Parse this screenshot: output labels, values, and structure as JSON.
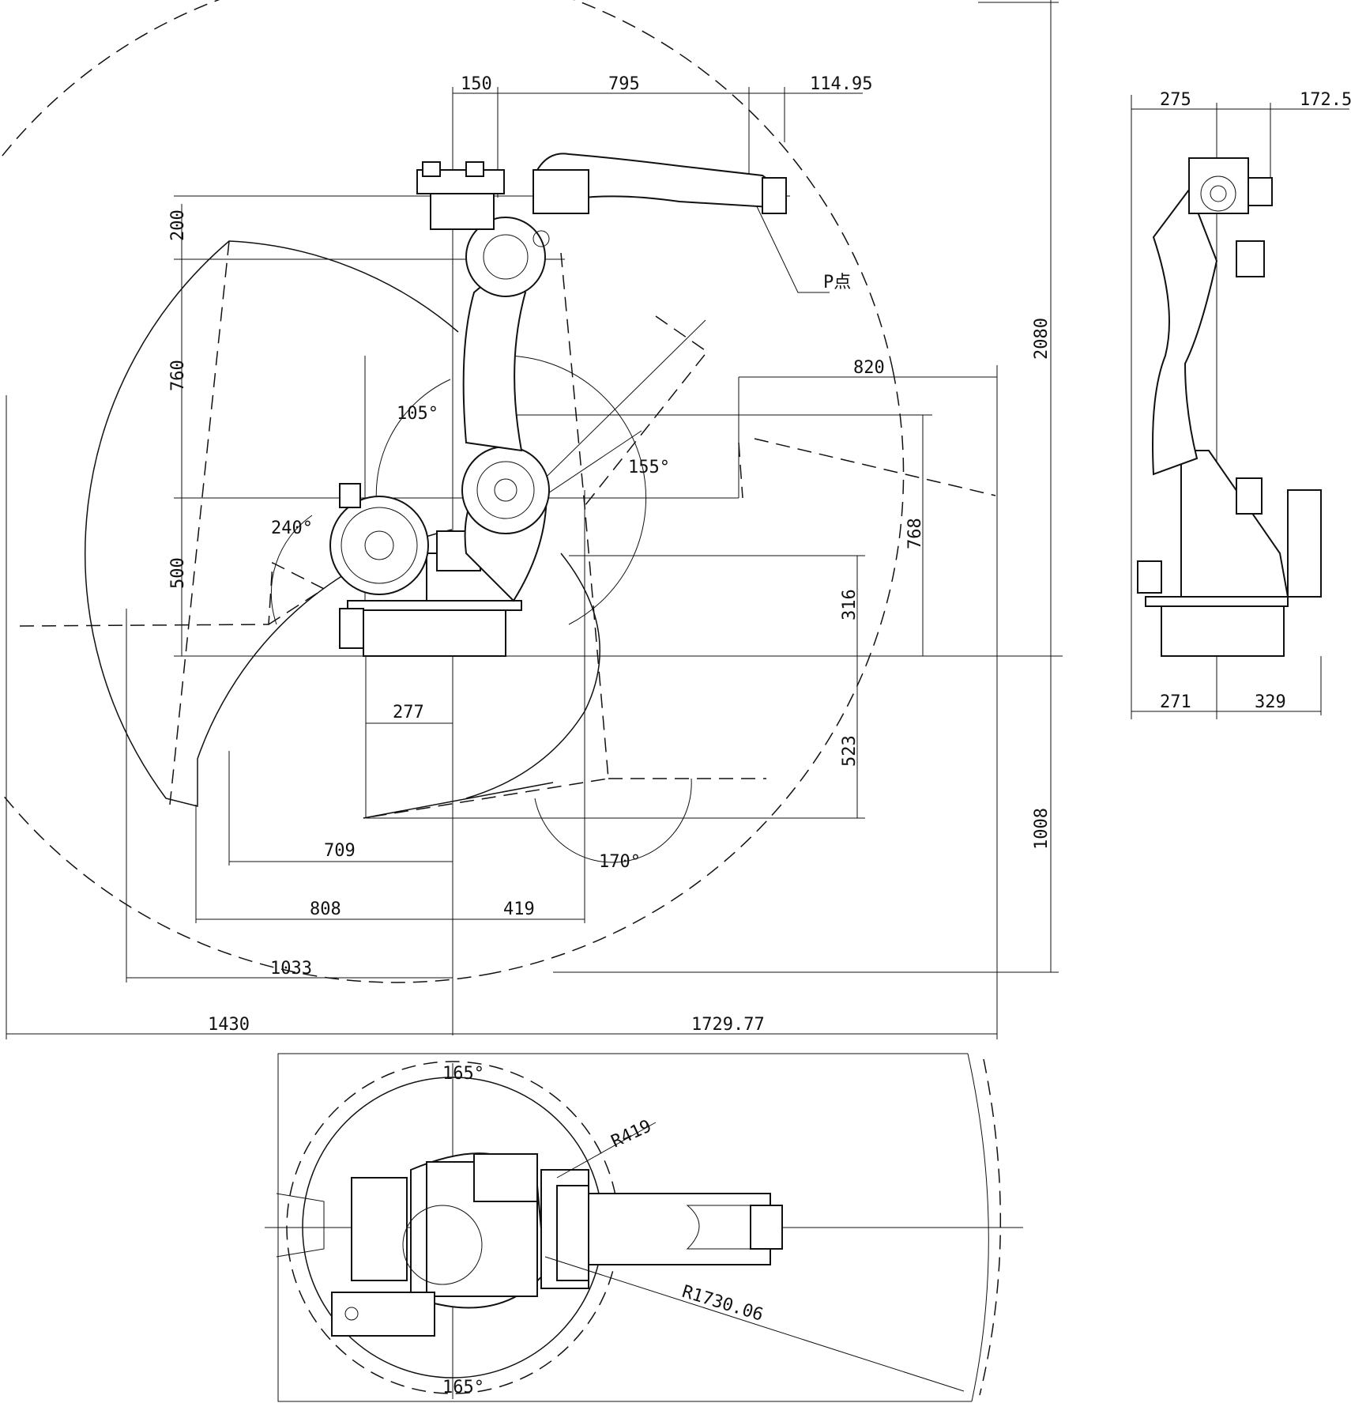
{
  "labels": {
    "point_p": "P点",
    "angles": {
      "a105": "105°",
      "a155": "155°",
      "a240": "240°",
      "a170": "170°",
      "top165": "165°",
      "bottom165": "165°"
    },
    "radii": {
      "r419": "R419",
      "r1730": "R1730.06"
    }
  },
  "dimensions": {
    "front_top": [
      "150",
      "795",
      "114.95"
    ],
    "front_left": [
      "200",
      "760",
      "500"
    ],
    "front_right": [
      "2080",
      "1008"
    ],
    "front_inner": [
      "820",
      "768",
      "316",
      "523"
    ],
    "front_bottom": [
      "277",
      "709",
      "808",
      "419",
      "1033",
      "1430",
      "1729.77"
    ],
    "side_top": [
      "275",
      "172.5"
    ],
    "side_bottom": [
      "271",
      "329"
    ]
  },
  "colors": {
    "line": "#111111",
    "background": "#ffffff"
  }
}
